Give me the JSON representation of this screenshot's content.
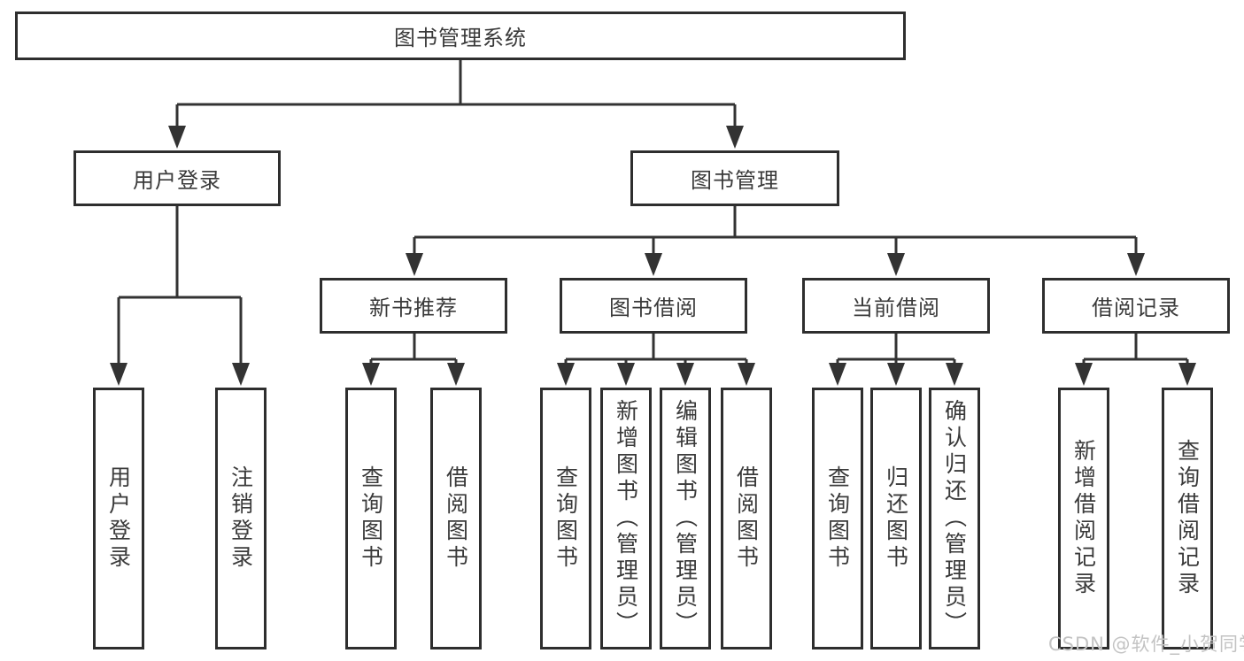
{
  "diagram": {
    "root": "图书管理系统",
    "level2": {
      "user_login": "用户登录",
      "book_management": "图书管理"
    },
    "level3": {
      "new_book_recommend": "新书推荐",
      "book_borrow": "图书借阅",
      "current_borrow": "当前借阅",
      "borrow_records": "借阅记录"
    },
    "leaves": {
      "user_login": [
        "用户登录",
        "注销登录"
      ],
      "new_book_recommend": [
        "查询图书",
        "借阅图书"
      ],
      "book_borrow": [
        "查询图书",
        "新增图书（管理员）",
        "编辑图书（管理员）",
        "借阅图书"
      ],
      "current_borrow": [
        "查询图书",
        "归还图书",
        "确认归还（管理员）"
      ],
      "borrow_records": [
        "新增借阅记录",
        "查询借阅记录"
      ]
    }
  },
  "watermark": "CSDN @软件_小贺同学",
  "colors": {
    "line": "#333333",
    "border": "#2e2e2e",
    "text": "#3a3a3a",
    "watermark_text": "#c3c3c3",
    "background": "#ffffff"
  }
}
